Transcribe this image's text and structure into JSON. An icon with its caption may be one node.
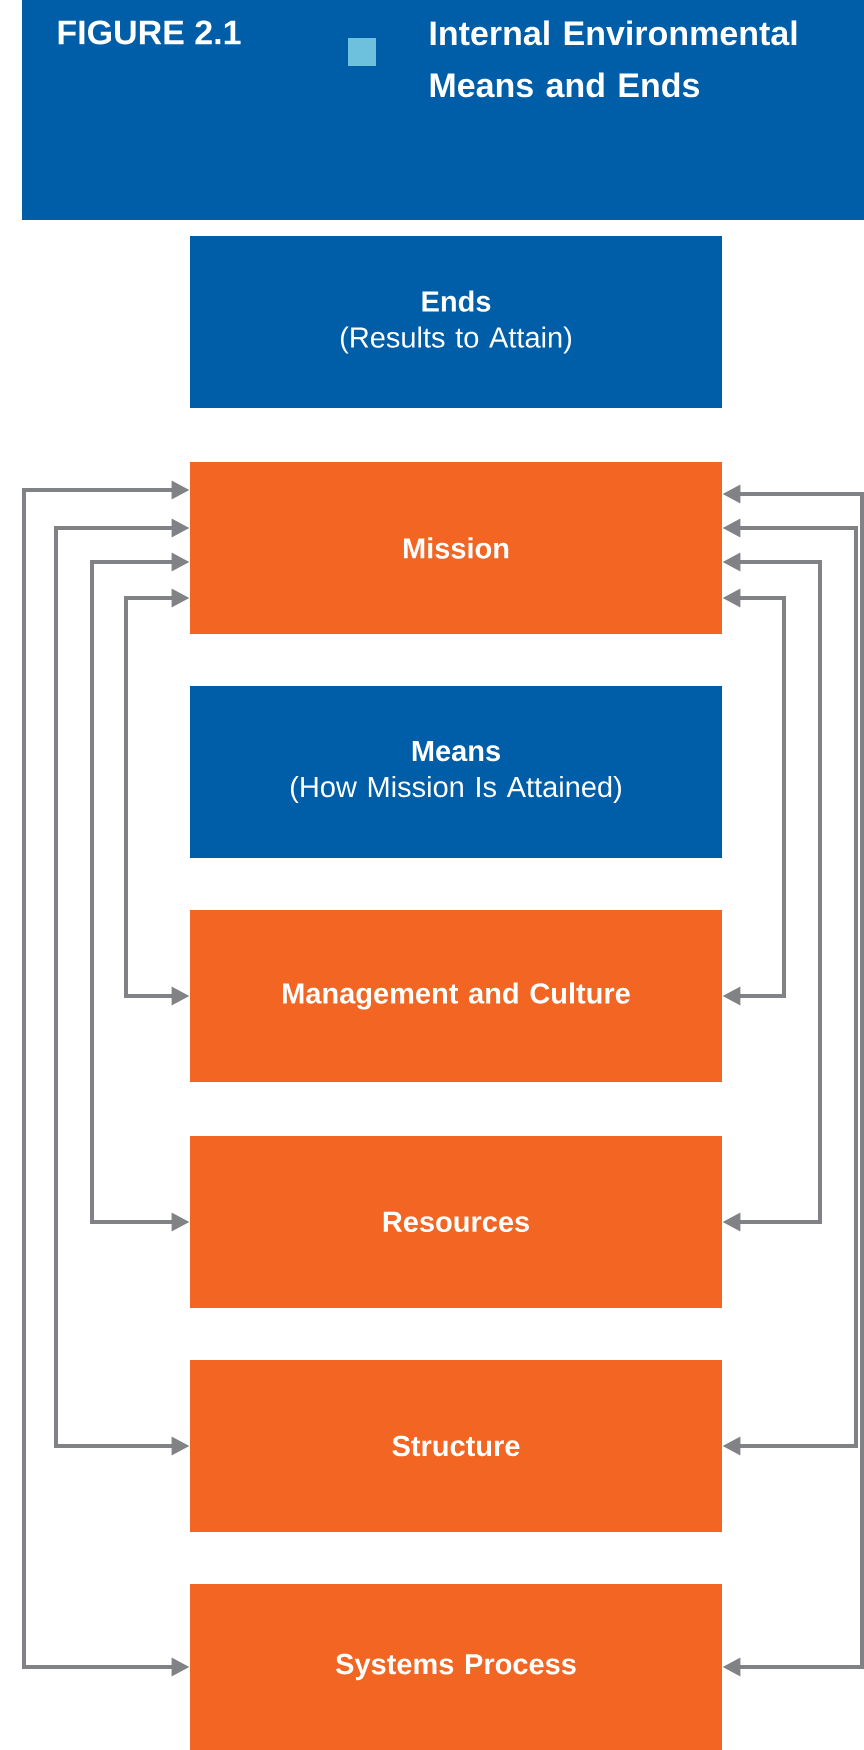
{
  "diagram": {
    "title": "Internal Environmental Means and Ends",
    "nodes": [
      {
        "text": [
          "Ends",
          "(Results to Attain)"
        ]
      },
      {
        "text": [
          "Mission"
        ]
      },
      {
        "text": [
          "Means",
          "(How Mission Is Attained)"
        ]
      },
      {
        "text": [
          "Management and Culture"
        ]
      },
      {
        "text": [
          "Resources"
        ]
      },
      {
        "text": [
          "Structure"
        ]
      },
      {
        "text": [
          "Systems Process"
        ]
      }
    ],
    "edges": [
      {
        "from": 1,
        "to": 3,
        "arrow": "both"
      },
      {
        "from": 1,
        "to": 4,
        "arrow": "both"
      },
      {
        "from": 1,
        "to": 5,
        "arrow": "both"
      },
      {
        "from": 1,
        "to": 6,
        "arrow": "both"
      },
      {
        "from": 1,
        "to": 3,
        "arrow": "both"
      },
      {
        "from": 1,
        "to": 4,
        "arrow": "both"
      },
      {
        "from": 1,
        "to": 5,
        "arrow": "both"
      },
      {
        "from": 1,
        "to": 6,
        "arrow": "both"
      }
    ],
    "labels": [
      "FIGURE 2.1"
    ]
  }
}
